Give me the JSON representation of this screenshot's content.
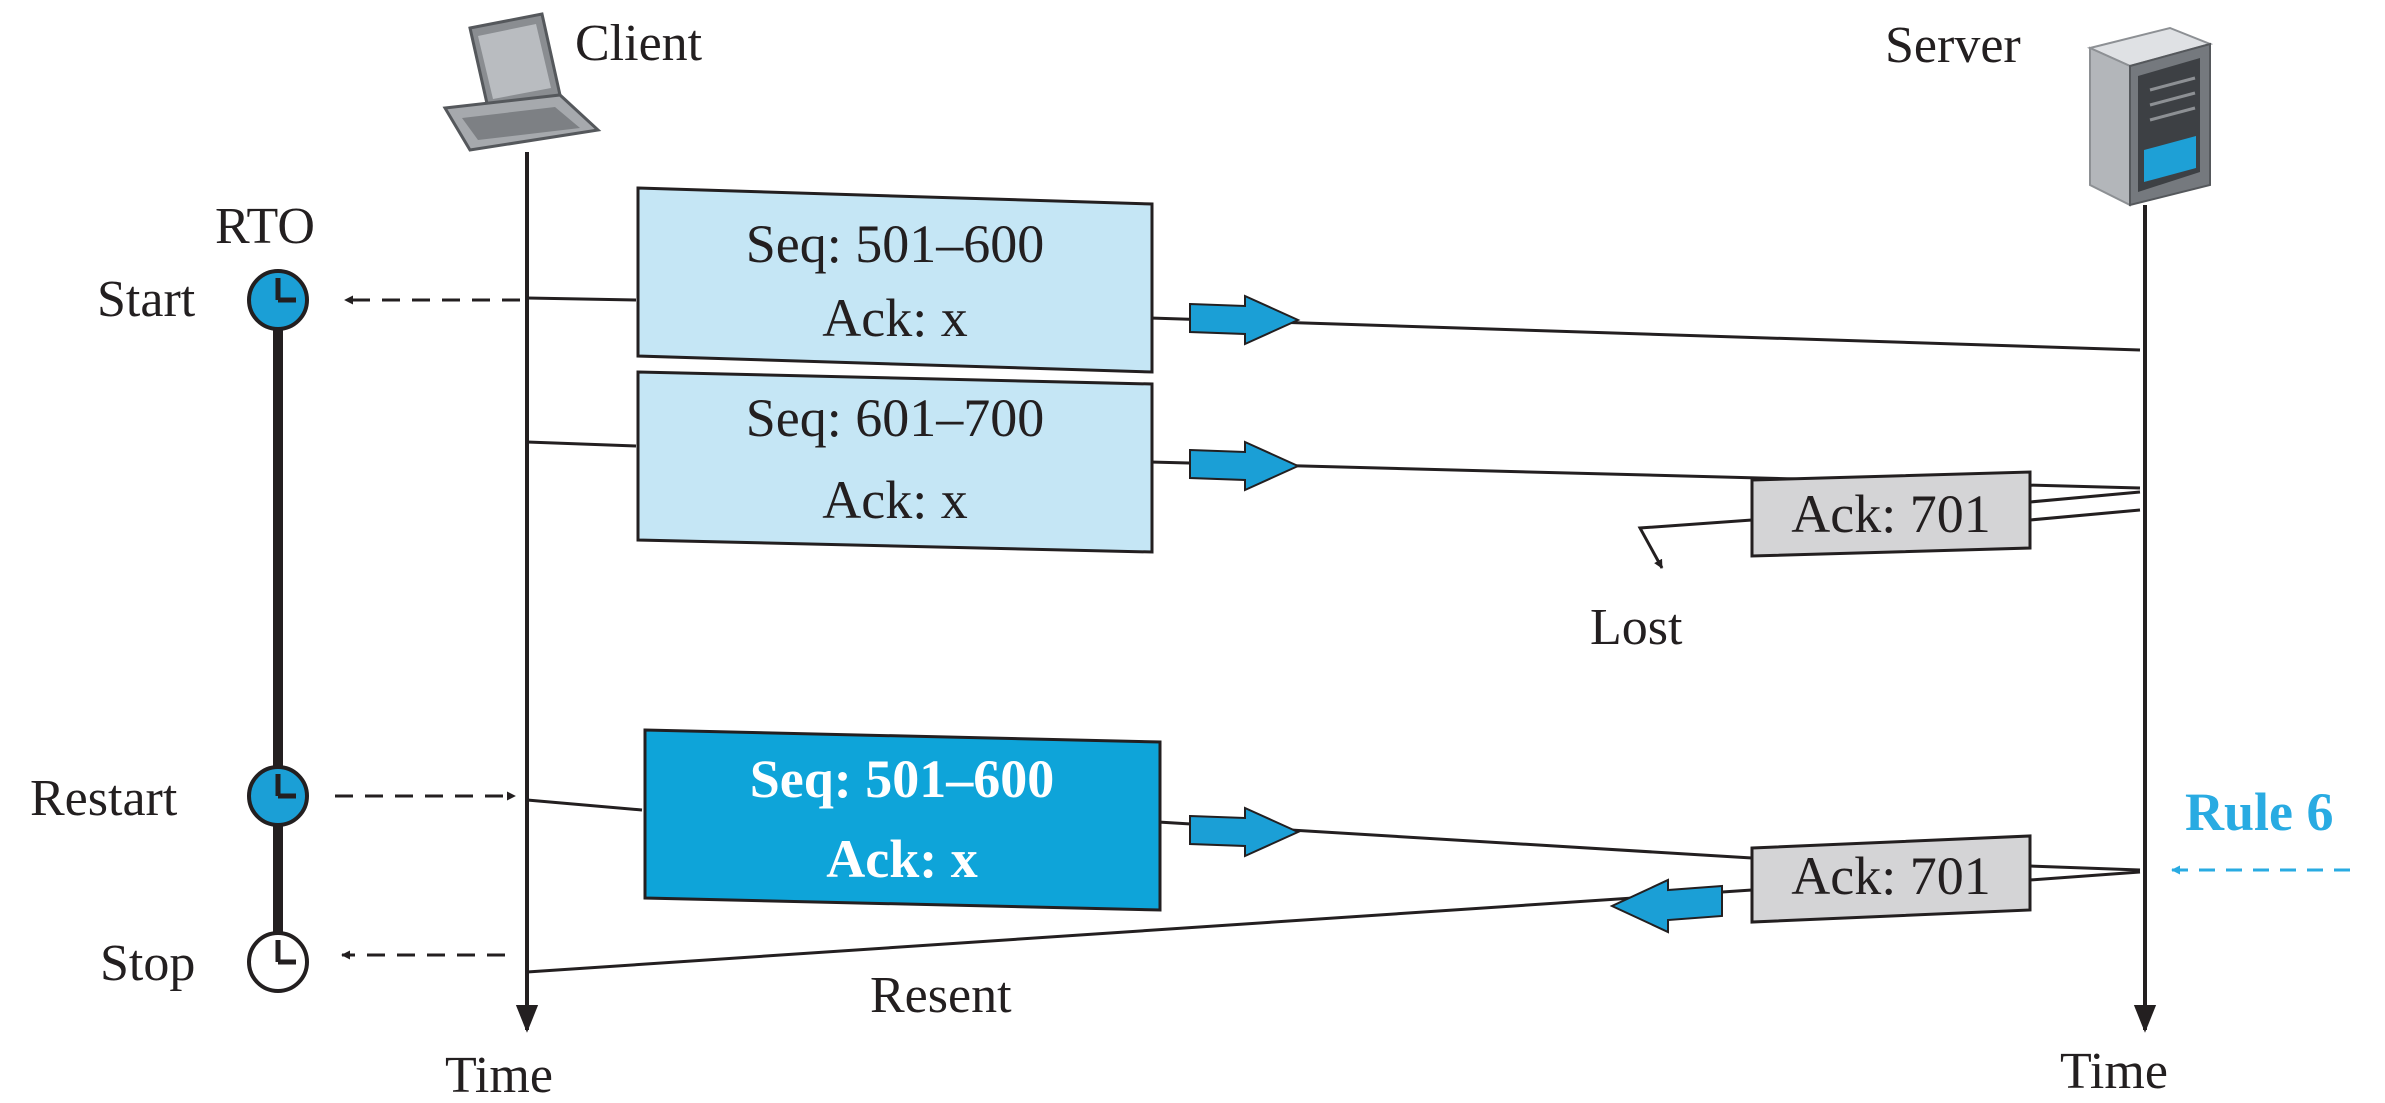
{
  "hosts": {
    "client": "Client",
    "server": "Server"
  },
  "axis": {
    "client_time": "Time",
    "server_time": "Time"
  },
  "timer": {
    "name": "RTO",
    "start": "Start",
    "restart": "Restart",
    "stop": "Stop"
  },
  "segments": [
    {
      "seq": "Seq: 501–600",
      "ack": "Ack: x"
    },
    {
      "seq": "Seq: 601–700",
      "ack": "Ack: x"
    },
    {
      "seq": "Seq: 501–600",
      "ack": "Ack: x"
    }
  ],
  "acks": [
    {
      "label": "Ack: 701"
    },
    {
      "label": "Ack: 701"
    }
  ],
  "annotations": {
    "lost": "Lost",
    "resent": "Resent",
    "rule": "Rule 6"
  },
  "colors": {
    "segment_fill": "#c5e6f5",
    "segment_highlight": "#0ea4d9",
    "ack_fill": "#d4d4d6",
    "arrow_fill": "#1b9fd6",
    "rule_color": "#29abe2",
    "ink": "#231f20"
  }
}
